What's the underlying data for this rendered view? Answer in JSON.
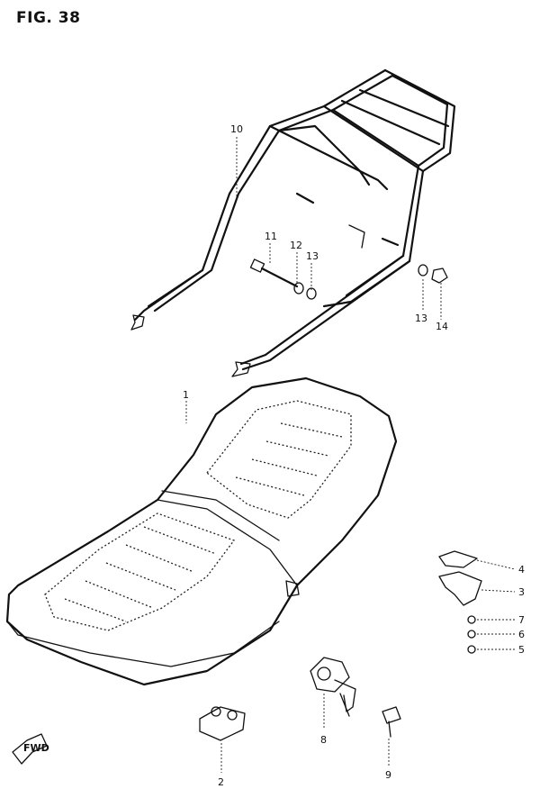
{
  "figure": {
    "title": "FIG. 38",
    "fwd_label": "FWD"
  },
  "callouts": [
    {
      "id": "c1",
      "text": "1"
    },
    {
      "id": "c2",
      "text": "2"
    },
    {
      "id": "c3",
      "text": "3"
    },
    {
      "id": "c4",
      "text": "4"
    },
    {
      "id": "c5",
      "text": "5"
    },
    {
      "id": "c6",
      "text": "6"
    },
    {
      "id": "c7",
      "text": "7"
    },
    {
      "id": "c8",
      "text": "8"
    },
    {
      "id": "c9",
      "text": "9"
    },
    {
      "id": "c10",
      "text": "10"
    },
    {
      "id": "c11",
      "text": "11"
    },
    {
      "id": "c12",
      "text": "12"
    },
    {
      "id": "c13a",
      "text": "13"
    },
    {
      "id": "c13b",
      "text": "13"
    },
    {
      "id": "c14",
      "text": "14"
    }
  ]
}
